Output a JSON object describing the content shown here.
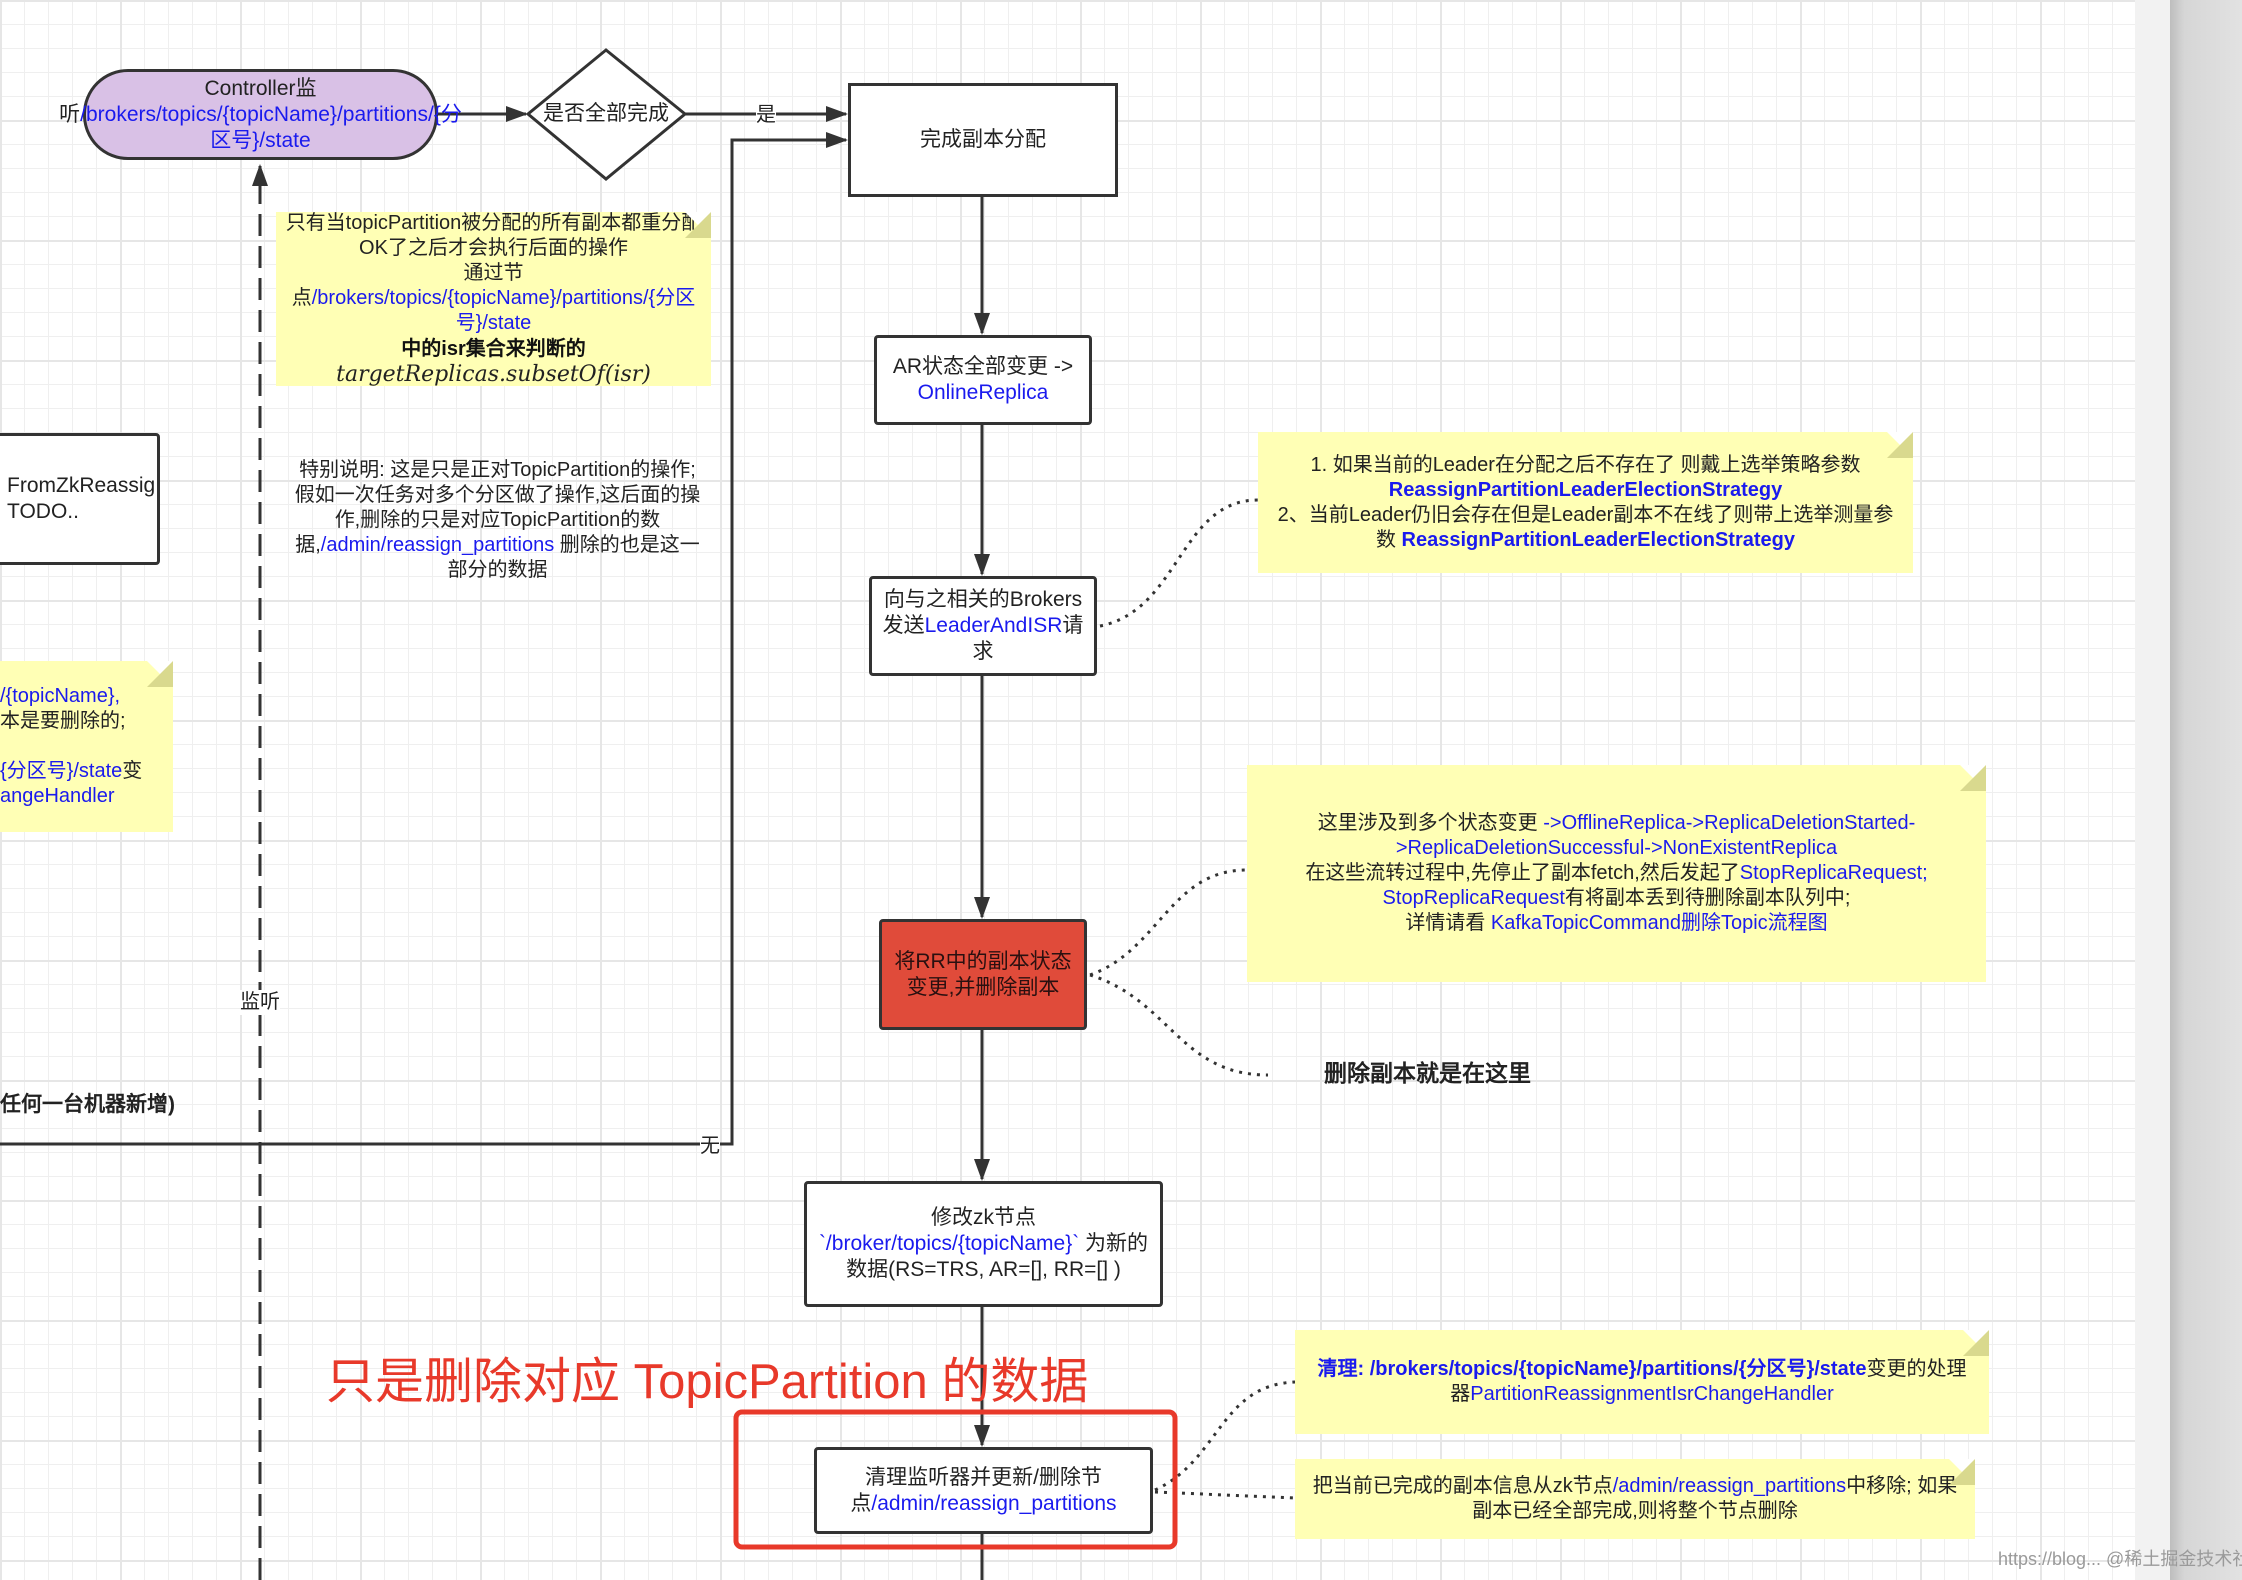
{
  "colors": {
    "accent_blue": "#1a1aee",
    "note_yellow": "#ffffb5",
    "process_red": "#e04b3a",
    "start_purple": "#d9c1e6",
    "highlight_red": "#e8392a"
  },
  "nodes": {
    "controller": [
      {
        "t": "Controller监听"
      },
      {
        "t": "/brokers/topics/{topicName}/partitions/{分区号}/state",
        "c": "blue"
      }
    ],
    "decision": [
      {
        "t": "是否全部完成"
      }
    ],
    "complete_assign": [
      {
        "t": "完成副本分配"
      }
    ],
    "ar_state": [
      {
        "t": "AR状态全部变更 -> "
      },
      {
        "t": "OnlineReplica",
        "c": "blue"
      }
    ],
    "send_brokers": [
      {
        "t": "向与之相关的Brokers发送"
      },
      {
        "t": "LeaderAndISR",
        "c": "blue"
      },
      {
        "t": "请求"
      }
    ],
    "rr_delete": [
      {
        "t": "将RR中的副本状态变更,并删除副本"
      }
    ],
    "modify_zk": [
      {
        "t": "修改zk节点 "
      },
      {
        "t": "`/broker/topics/{topicName}`",
        "c": "blue"
      },
      {
        "t": " 为新的数据(RS=TRS, AR=[], RR=[] )"
      }
    ],
    "cleanup": [
      {
        "t": "清理监听器并更新/删除节点"
      },
      {
        "t": "/admin/reassign_partitions",
        "c": "blue"
      }
    ],
    "left_box": [
      {
        "t": "FromZkReassig TODO.."
      }
    ]
  },
  "edge_labels": {
    "yes": "是",
    "none": "无",
    "listen": "监听"
  },
  "notes": {
    "isr_note": [
      {
        "t": "只有当topicPartition被分配的所有副本都重分配OK了之后才会执行后面的操作"
      },
      {
        "t": "\n通过节点"
      },
      {
        "t": "/brokers/topics/{topicName}/partitions/{分区号}/state",
        "c": "blue"
      },
      {
        "t": "\n中的isr集合来判断的",
        "c": "bold"
      },
      {
        "t": "\ntargetReplicas.subsetOf(isr)",
        "c": "math"
      }
    ],
    "special_note": [
      {
        "t": "特别说明: 这是只是正对TopicPartition的操作;假如一次任务对多个分区做了操作,这后面的操作,删除的只是对应TopicPartition的数据,"
      },
      {
        "t": "/admin/reassign_partitions",
        "c": "blue"
      },
      {
        "t": " 删除的也是这一部分的数据"
      }
    ],
    "left_note": [
      {
        "t": "/{topicName},",
        "c": "blue"
      },
      {
        "t": "\n本是要删除的;\n\n"
      },
      {
        "t": "{分区号}/state",
        "c": "blue"
      },
      {
        "t": "变\n"
      },
      {
        "t": "angeHandler",
        "c": "blue"
      }
    ],
    "leader_note": [
      {
        "t": "1. 如果当前的Leader在分配之后不存在了 则戴上选举策略参数 "
      },
      {
        "t": "ReassignPartitionLeaderElectionStrategy",
        "c": "bluebold"
      },
      {
        "t": "\n2、当前Leader仍旧会存在但是Leader副本不在线了则带上选举测量参数 "
      },
      {
        "t": "ReassignPartitionLeaderElectionStrategy",
        "c": "bluebold"
      }
    ],
    "state_note": [
      {
        "t": "这里涉及到多个状态变更 "
      },
      {
        "t": "->OfflineReplica->ReplicaDeletionStarted->ReplicaDeletionSuccessful->NonExistentReplica",
        "c": "blue"
      },
      {
        "t": "\n在这些流转过程中,先停止了副本fetch,然后发起了"
      },
      {
        "t": "StopReplicaRequest; StopReplicaRequest",
        "c": "blue"
      },
      {
        "t": "有将副本丢到待删除副本队列中;\n详情请看 "
      },
      {
        "t": "KafkaTopicCommand删除Topic流程图",
        "c": "blue"
      }
    ],
    "handler_note": [
      {
        "t": "清理: /brokers/topics/{topicName}/partitions/{分区号}/state",
        "c": "bluebold"
      },
      {
        "t": "变更的处理器"
      },
      {
        "t": "PartitionReassignmentIsrChangeHandler",
        "c": "blue"
      }
    ],
    "remove_note": [
      {
        "t": "把当前已完成的副本信息从zk节点"
      },
      {
        "t": "/admin/reassign_partitions",
        "c": "blue"
      },
      {
        "t": "中移除; 如果副本已经全部完成,则将整个节点删除"
      }
    ]
  },
  "labels": {
    "delete_here": "删除副本就是在这里",
    "any_machine": "任何一台机器新增)",
    "highlight_title": "只是删除对应 TopicPartition 的数据"
  },
  "watermark": "https://blog... @稀土掘金技术社区"
}
